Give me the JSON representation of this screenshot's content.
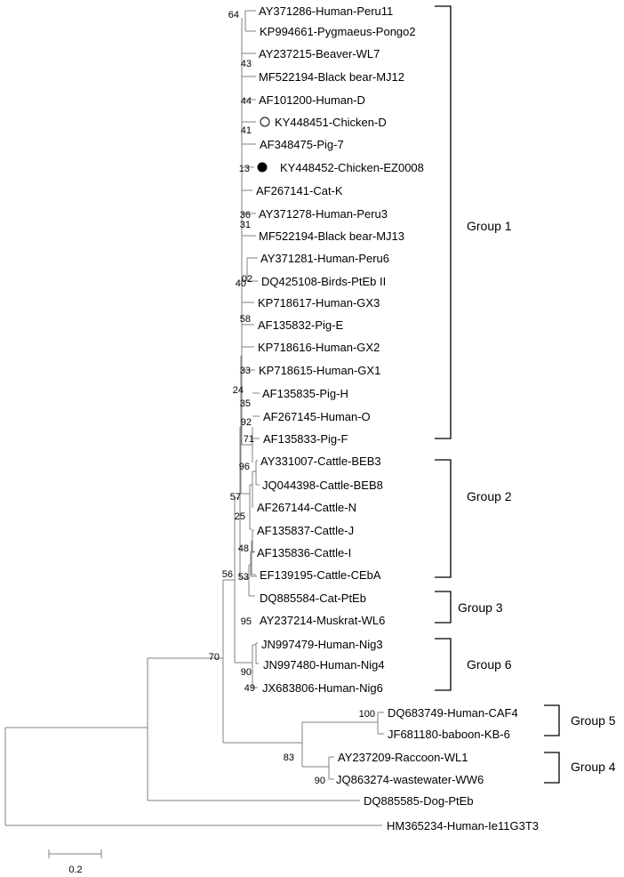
{
  "taxa": [
    "AY371286-Human-Peru11",
    "KP994661-Pygmaeus-Pongo2",
    "AY237215-Beaver-WL7",
    "MF522194-Black bear-MJ12",
    "AF101200-Human-D",
    "KY448451-Chicken-D",
    "AF348475-Pig-7",
    "KY448452-Chicken-EZ0008",
    "AF267141-Cat-K",
    "AY371278-Human-Peru3",
    "MF522194-Black bear-MJ13",
    "AY371281-Human-Peru6",
    "DQ425108-Birds-PtEb II",
    "KP718617-Human-GX3",
    "AF135832-Pig-E",
    "KP718616-Human-GX2",
    "KP718615-Human-GX1",
    "AF135835-Pig-H",
    "AF267145-Human-O",
    "AF135833-Pig-F",
    "AY331007-Cattle-BEB3",
    "JQ044398-Cattle-BEB8",
    "AF267144-Cattle-N",
    "AF135837-Cattle-J",
    "AF135836-Cattle-I",
    "EF139195-Cattle-CEbA",
    "DQ885584-Cat-PtEb",
    "AY237214-Muskrat-WL6",
    "JN997479-Human-Nig3",
    "JN997480-Human-Nig4",
    "JX683806-Human-Nig6",
    "DQ683749-Human-CAF4",
    "JF681180-baboon-KB-6",
    "AY237209-Raccoon-WL1",
    "JQ863274-wastewater-WW6",
    "DQ885585-Dog-PtEb",
    "HM365234-Human-Ie11G3T3"
  ],
  "bootstrap": [
    "64",
    "43",
    "44",
    "41",
    "13",
    "36",
    "31",
    "02",
    "40",
    "58",
    "33",
    "24",
    "35",
    "92",
    "71",
    "96",
    "57",
    "25",
    "48",
    "53",
    "56",
    "95",
    "90",
    "49",
    "70",
    "100",
    "83",
    "90"
  ],
  "groups": [
    "Group 1",
    "Group 2",
    "Group 3",
    "Group 6",
    "Group 5",
    "Group 4"
  ],
  "scale_bar": {
    "label": "0.2"
  },
  "markers": [
    {
      "taxon": "KY448451-Chicken-D",
      "style": "open-circle"
    },
    {
      "taxon": "KY448452-Chicken-EZ0008",
      "style": "filled-circle"
    }
  ],
  "colors": {
    "branch": "#808080",
    "text": "#000000",
    "bracket": "#000000"
  }
}
